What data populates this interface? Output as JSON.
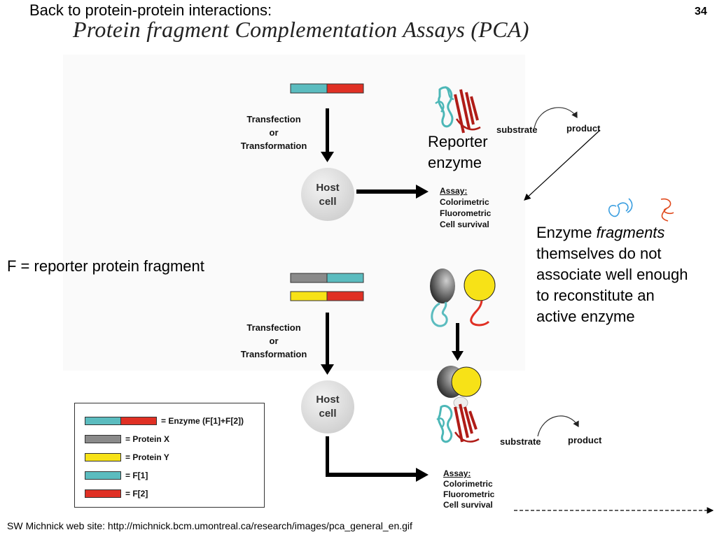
{
  "slide": {
    "pre_title": "Back to protein-protein interactions:",
    "number": "34",
    "title": "Protein fragment Complementation Assays (PCA)"
  },
  "top_panel": {
    "transfection_lines": [
      "Transfection",
      "or",
      "Transformation"
    ],
    "host_cell_lines": [
      "Host",
      "cell"
    ],
    "substrate": "substrate",
    "product": "product",
    "assay_title": "Assay:",
    "assay_items": [
      "Colorimetric",
      "Fluorometric",
      "Cell survival"
    ]
  },
  "bottom_panel": {
    "transfection_lines": [
      "Transfection",
      "or",
      "Transformation"
    ],
    "host_cell_lines": [
      "Host",
      "cell"
    ],
    "substrate": "substrate",
    "product": "product",
    "assay_title": "Assay:",
    "assay_items": [
      "Colorimetric",
      "Fluorometric",
      "Cell survival"
    ]
  },
  "annotations": {
    "reporter_enzyme_lines": [
      "Reporter",
      "enzyme"
    ],
    "f_definition": "F = reporter protein fragment",
    "fragments_prefix": "Enzyme ",
    "fragments_italic": "fragments",
    "fragments_lines": [
      "themselves do not",
      "associate well enough",
      "to reconstitute an",
      "active enzyme"
    ]
  },
  "legend": {
    "items": [
      {
        "label": "= Enzyme (F[1]+F[2])",
        "colors": [
          "#5bbcbf",
          "#e03024"
        ]
      },
      {
        "label": "= Protein X",
        "colors": [
          "#8a8a8a"
        ]
      },
      {
        "label": "= Protein Y",
        "colors": [
          "#f7e217"
        ]
      },
      {
        "label": "= F[1]",
        "colors": [
          "#5bbcbf"
        ]
      },
      {
        "label": "= F[2]",
        "colors": [
          "#e03024"
        ]
      }
    ]
  },
  "colors": {
    "f1": "#5bbcbf",
    "f2": "#e03024",
    "protein_x": "#8a8a8a",
    "protein_y": "#f7e217",
    "host_cell": "#dcdcdc"
  },
  "footer": "SW Michnick web site: http://michnick.bcm.umontreal.ca/research/images/pca_general_en.gif"
}
